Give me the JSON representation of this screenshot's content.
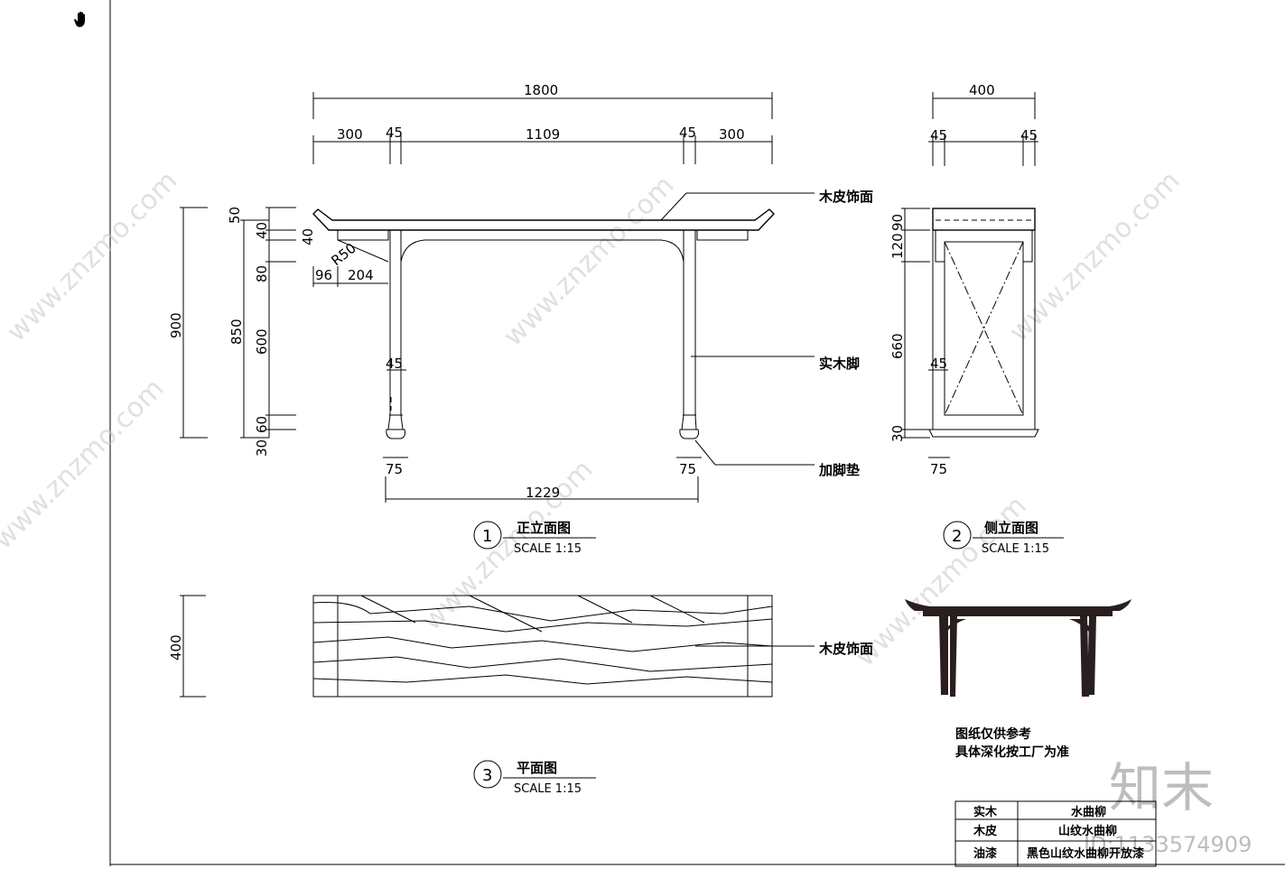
{
  "tool": {
    "icon": "hand-pan-icon"
  },
  "front_view": {
    "overall_width": "1800",
    "sub_widths": [
      "300",
      "45",
      "1109",
      "45",
      "300"
    ],
    "overall_height": "900",
    "height_850": "850",
    "vertical_dims": [
      "50",
      "40",
      "40",
      "80",
      "600",
      "60",
      "30"
    ],
    "radius": "R50",
    "dim_96": "96",
    "dim_204": "204",
    "leg_dim": "45",
    "foot_left": "75",
    "foot_right": "75",
    "span": "1229",
    "callout_top": "木皮饰面",
    "callout_leg": "实木脚",
    "callout_foot": "加脚垫",
    "label_num": "1",
    "label_title": "正立面图",
    "label_scale": "SCALE 1:15"
  },
  "side_view": {
    "overall_width": "400",
    "leg_left": "45",
    "leg_right": "45",
    "vertical_dims": [
      "90",
      "120",
      "660",
      "30"
    ],
    "leg_dim": "45",
    "foot": "75",
    "label_num": "2",
    "label_title": "侧立面图",
    "label_scale": "SCALE 1:15"
  },
  "plan_view": {
    "depth": "400",
    "callout": "木皮饰面",
    "label_num": "3",
    "label_title": "平面图",
    "label_scale": "SCALE 1:15"
  },
  "notes": [
    "图纸仅供参考",
    "具体深化按工厂为准"
  ],
  "material_table": [
    {
      "item": "实木",
      "spec": "水曲柳"
    },
    {
      "item": "木皮",
      "spec": "山纹水曲柳"
    },
    {
      "item": "油漆",
      "spec": "黑色山纹水曲柳开放漆"
    }
  ],
  "watermark": {
    "site": "www.znzmo.com",
    "brand": "知末",
    "id": "ID:1133574909"
  }
}
